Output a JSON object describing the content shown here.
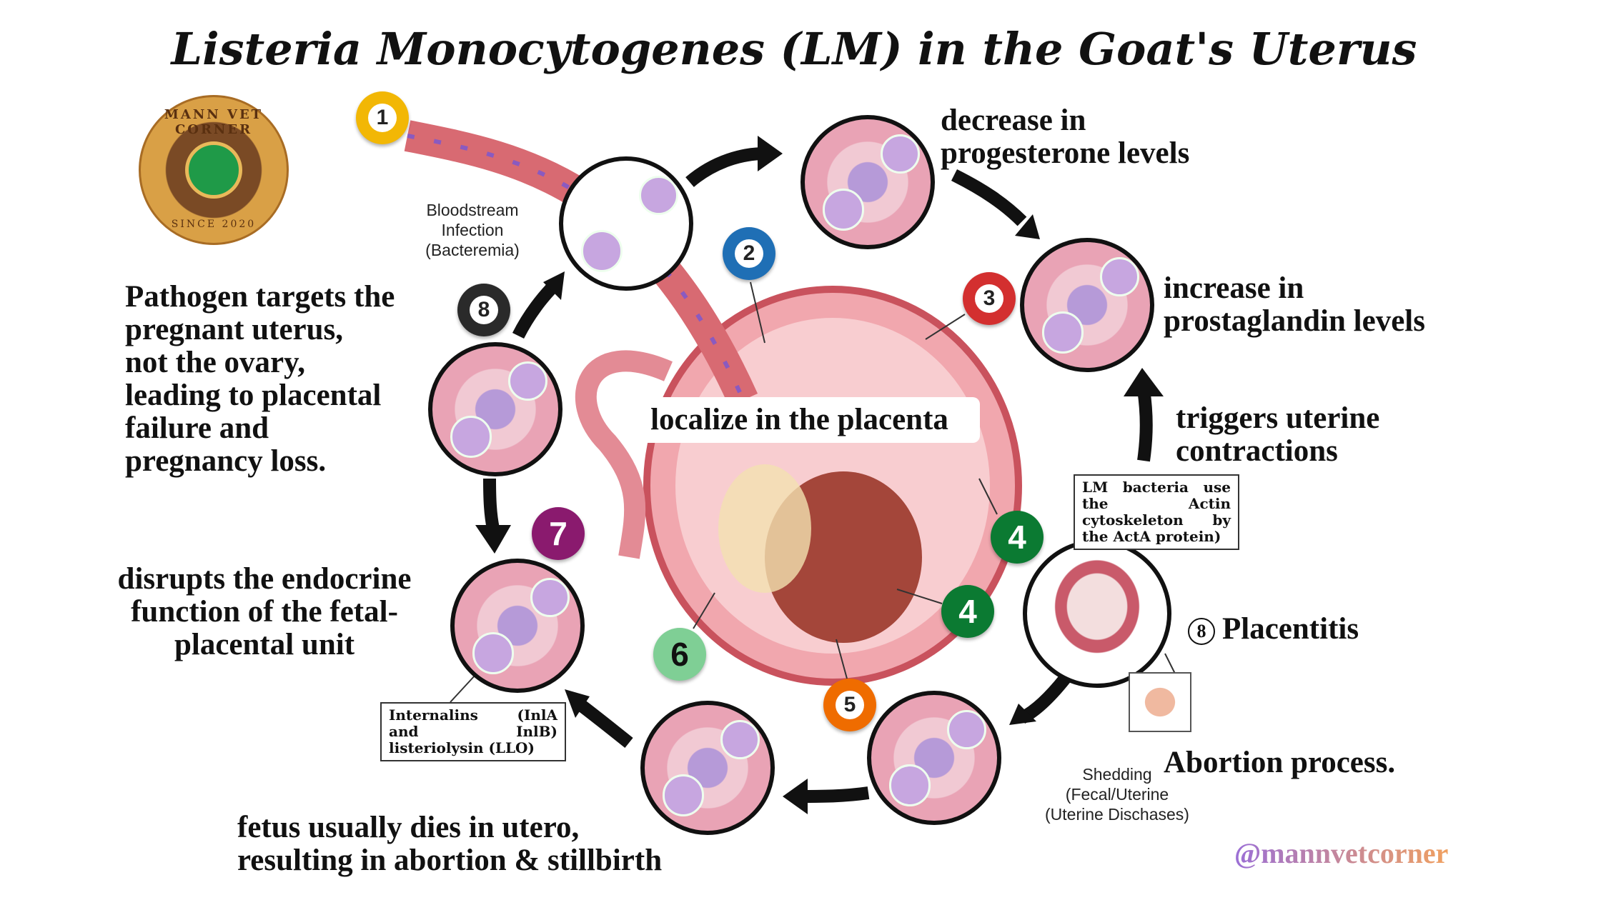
{
  "title": "Listeria Monocytogenes (LM) in the Goat's Uterus",
  "logo": {
    "text": "MANN VET CORNER",
    "subtext": "SINCE 2020",
    "icon": "paw-heart-icon"
  },
  "badges": [
    "1",
    "2",
    "3",
    "4",
    "4",
    "5",
    "6",
    "7",
    "8"
  ],
  "labels": {
    "bloodstream": [
      "Bloodstream",
      "Infection",
      "(Bacteremia)"
    ],
    "progesterone": [
      "decrease in",
      "progesterone levels"
    ],
    "prostaglandin": [
      "increase in",
      "prostaglandin levels"
    ],
    "contractions": [
      "triggers uterine",
      "contractions"
    ],
    "actin_box": "LM bacteria use the Actin cytoskeleton by the ActA protein)",
    "placentitis_num": "8",
    "placentitis": "Placentitis",
    "abortion": "Abortion process.",
    "shedding": [
      "Shedding",
      "(Fecal/Uterine",
      "(Uterine Dischases)"
    ],
    "fetus": [
      "fetus usually dies in utero,",
      "resulting in abortion & stillbirth"
    ],
    "internalins_box": "Internalins (InlA and InlB) listeriolysin (LLO)",
    "endocrine": [
      "disrupts the endocrine",
      "function of the fetal-",
      "placental unit"
    ],
    "pathogen": [
      "Pathogen targets the",
      "pregnant uterus,",
      "not the ovary,",
      "leading to placental",
      "failure and",
      "pregnancy loss."
    ],
    "localize": "localize in the placenta"
  },
  "handle": "@mannvetcorner",
  "colors": {
    "badge1": "#f2b705",
    "badge2": "#1f6fb5",
    "badge3": "#d32f2f",
    "badge4": "#0b7a32",
    "badge5": "#ef6c00",
    "badge6": "#7fcf95",
    "badge7": "#8a1a6e",
    "badge8": "#2a2a2a"
  }
}
